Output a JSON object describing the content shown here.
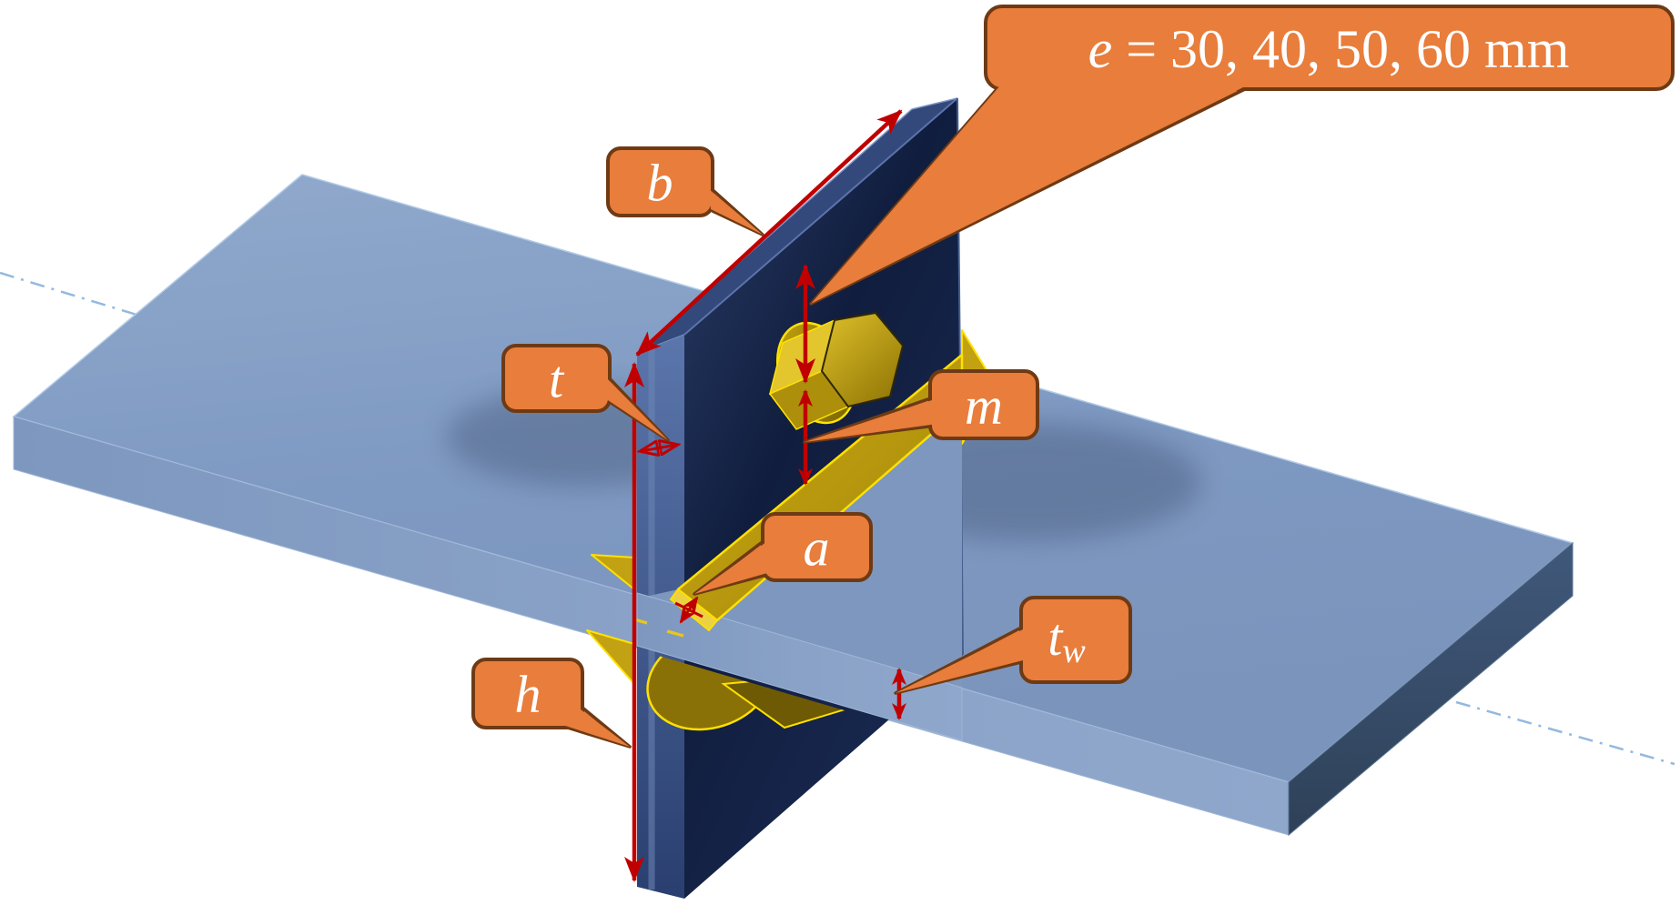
{
  "callouts": {
    "e": {
      "variable": "e",
      "value_text": " = 30, 40, 50, 60 mm"
    },
    "b": {
      "label": "b"
    },
    "t": {
      "label": "t"
    },
    "m": {
      "label": "m"
    },
    "a": {
      "label": "a"
    },
    "h": {
      "label": "h"
    },
    "tw": {
      "base": "t",
      "subscript": "w"
    }
  },
  "colors": {
    "background": "#FFFFFF",
    "callout_fill": "#E87D3C",
    "callout_border": "#6E3A14",
    "callout_text": "#FFFFFF",
    "dimension_red": "#C00000",
    "slab_top": "#86A1C7",
    "slab_front": "#8AA2C7",
    "slab_end_dark": "#3C546F",
    "wall_face_dark": "#14213F",
    "wall_edge_blue": "#45619B",
    "weld_gold": "#C2A112",
    "weld_outline": "#FFE000",
    "bolt_bright": "#E9CD35",
    "centerline_blue": "#93B9DF"
  }
}
